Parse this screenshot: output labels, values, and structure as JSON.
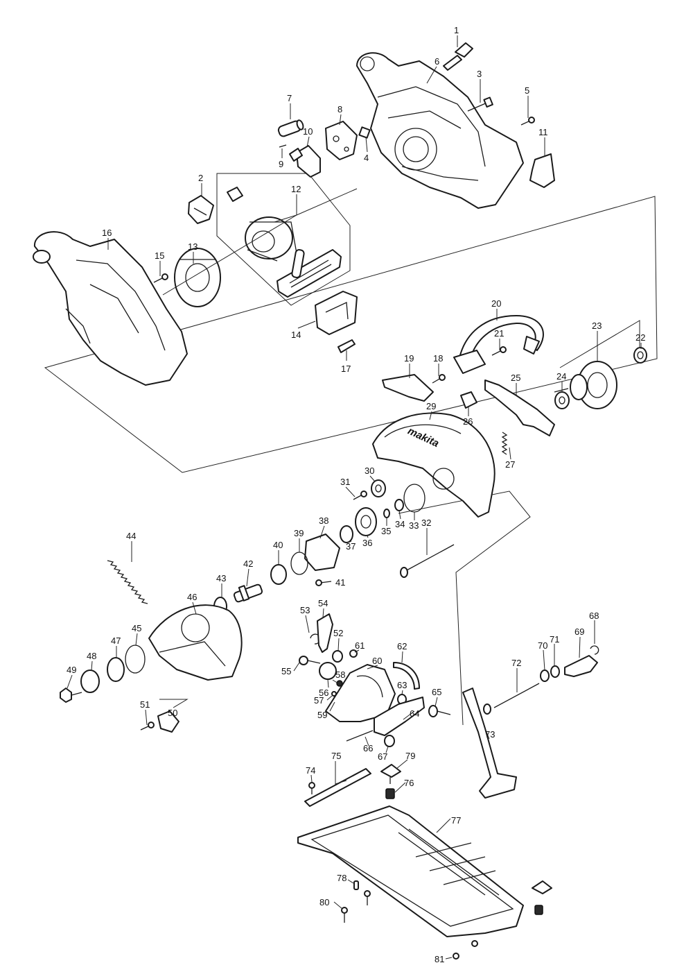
{
  "brand_text": "makita",
  "callouts": [
    {
      "label": "1"
    },
    {
      "label": "2"
    },
    {
      "label": "3"
    },
    {
      "label": "4"
    },
    {
      "label": "5"
    },
    {
      "label": "6"
    },
    {
      "label": "7"
    },
    {
      "label": "8"
    },
    {
      "label": "9"
    },
    {
      "label": "10"
    },
    {
      "label": "11"
    },
    {
      "label": "12"
    },
    {
      "label": "13"
    },
    {
      "label": "14"
    },
    {
      "label": "15"
    },
    {
      "label": "16"
    },
    {
      "label": "17"
    },
    {
      "label": "18"
    },
    {
      "label": "19"
    },
    {
      "label": "20"
    },
    {
      "label": "21"
    },
    {
      "label": "22"
    },
    {
      "label": "23"
    },
    {
      "label": "24"
    },
    {
      "label": "25"
    },
    {
      "label": "26"
    },
    {
      "label": "27"
    },
    {
      "label": "29"
    },
    {
      "label": "30"
    },
    {
      "label": "31"
    },
    {
      "label": "32"
    },
    {
      "label": "33"
    },
    {
      "label": "34"
    },
    {
      "label": "35"
    },
    {
      "label": "36"
    },
    {
      "label": "37"
    },
    {
      "label": "38"
    },
    {
      "label": "39"
    },
    {
      "label": "40"
    },
    {
      "label": "41"
    },
    {
      "label": "42"
    },
    {
      "label": "43"
    },
    {
      "label": "44"
    },
    {
      "label": "45"
    },
    {
      "label": "46"
    },
    {
      "label": "47"
    },
    {
      "label": "48"
    },
    {
      "label": "49"
    },
    {
      "label": "50"
    },
    {
      "label": "51"
    },
    {
      "label": "52"
    },
    {
      "label": "53"
    },
    {
      "label": "54"
    },
    {
      "label": "55"
    },
    {
      "label": "56"
    },
    {
      "label": "57"
    },
    {
      "label": "58"
    },
    {
      "label": "59"
    },
    {
      "label": "60"
    },
    {
      "label": "61"
    },
    {
      "label": "62"
    },
    {
      "label": "63"
    },
    {
      "label": "64"
    },
    {
      "label": "65"
    },
    {
      "label": "66"
    },
    {
      "label": "67"
    },
    {
      "label": "68"
    },
    {
      "label": "69"
    },
    {
      "label": "70"
    },
    {
      "label": "71"
    },
    {
      "label": "72"
    },
    {
      "label": "73"
    },
    {
      "label": "74"
    },
    {
      "label": "75"
    },
    {
      "label": "76"
    },
    {
      "label": "77"
    },
    {
      "label": "78"
    },
    {
      "label": "79"
    },
    {
      "label": "80"
    },
    {
      "label": "81"
    }
  ]
}
